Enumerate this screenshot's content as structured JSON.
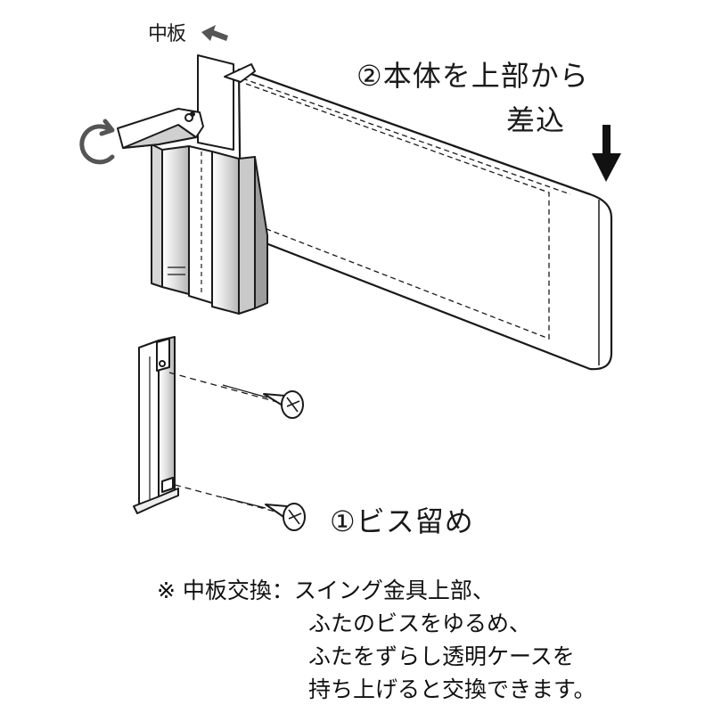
{
  "labels": {
    "naka_ita": "中板",
    "step2_line1": "②本体を上部から",
    "step2_line2": "差込",
    "step1": "①ビス留め"
  },
  "note": {
    "head": "※ 中板交換：スイング金具上部、",
    "lines": [
      "ふたのビスをゆるめ、",
      "ふたをずらし透明ケースを",
      "持ち上げると交換できます。"
    ]
  },
  "colors": {
    "line": "#1a1a1a",
    "shade": "#bfbfbf",
    "fill": "#ffffff"
  },
  "icons": [
    "arrow-left-icon",
    "rotate-icon",
    "arrow-down-icon",
    "screw-icon"
  ]
}
